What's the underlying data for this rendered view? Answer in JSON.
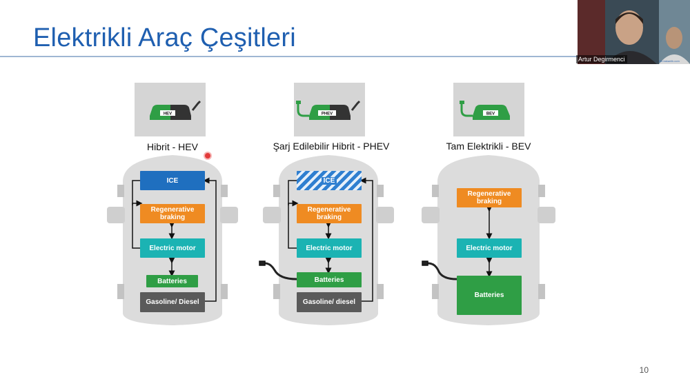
{
  "slide": {
    "title": "Elektrikli Araç Çeşitleri",
    "page_number": "10"
  },
  "video": {
    "participant_name": "Artur Degirmenci",
    "caption": "ibb.bakanlik.com"
  },
  "vehicles": [
    {
      "label": "Hibrit - HEV",
      "badge": "HEV",
      "blocks": {
        "ice": "ICE",
        "regen": "Regenerative braking",
        "motor": "Electric motor",
        "batteries": "Batteries",
        "fuel": "Gasoline/ Diesel"
      }
    },
    {
      "label": "Şarj Edilebilir Hibrit - PHEV",
      "badge": "PHEV",
      "blocks": {
        "ice": "ICE",
        "regen": "Regenerative braking",
        "motor": "Electric motor",
        "batteries": "Batteries",
        "fuel": "Gasoline/ diesel"
      }
    },
    {
      "label": "Tam Elektrikli - BEV",
      "badge": "BEV",
      "blocks": {
        "regen": "Regenerative braking",
        "motor": "Electric motor",
        "batteries": "Batteries"
      }
    }
  ],
  "colors": {
    "title": "#1f5fb0",
    "ice": "#1f6fbf",
    "regen": "#ef8b22",
    "motor": "#1bb3b3",
    "batteries": "#2f9e45",
    "fuel": "#5a5a5a"
  }
}
